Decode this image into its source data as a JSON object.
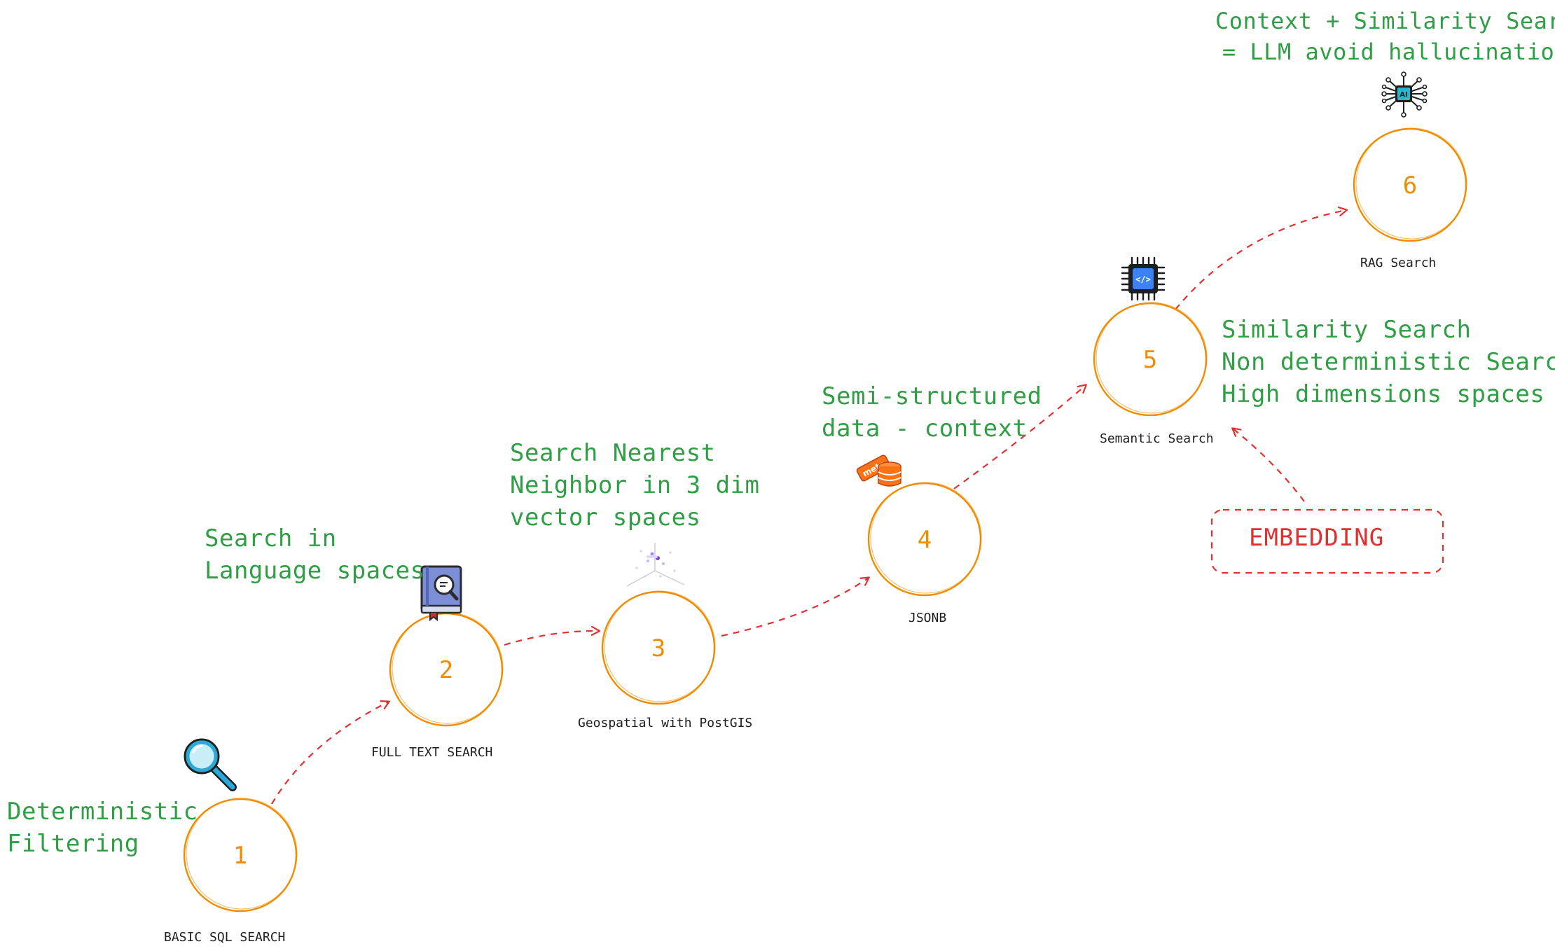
{
  "diagram": {
    "steps": [
      {
        "number": "1",
        "label": "BASIC SQL  SEARCH",
        "icon": "magnifier-icon"
      },
      {
        "number": "2",
        "label": "FULL TEXT SEARCH",
        "icon": "book-search-icon"
      },
      {
        "number": "3",
        "label": "Geospatial with PostGIS",
        "icon": "vector-space-icon"
      },
      {
        "number": "4",
        "label": "JSONB",
        "icon": "meta-database-icon"
      },
      {
        "number": "5",
        "label": "Semantic Search",
        "icon": "chip-icon"
      },
      {
        "number": "6",
        "label": "RAG Search",
        "icon": "ai-network-icon"
      }
    ],
    "notes": {
      "n1": [
        "Deterministic",
        "Filtering"
      ],
      "n2": [
        "Search in",
        "Language spaces"
      ],
      "n3": [
        "Search Nearest",
        "Neighbor in 3 dim",
        "vector spaces"
      ],
      "n4": [
        "Semi-structured",
        "data - context"
      ],
      "n5": [
        "Similarity Search",
        "Non deterministic Search",
        "High dimensions spaces"
      ],
      "n6": [
        "Context + Similarity Search",
        "= LLM avoid hallucinations"
      ]
    },
    "embedding_label": "EMBEDDING",
    "meta_tag_text": "meta",
    "ai_chip_text": "AI",
    "code_chip_text": "</>",
    "colors": {
      "node_stroke": "#f08c00",
      "note_text": "#2f9e44",
      "arrow": "#e03131",
      "label_text": "#1e1e1e"
    }
  }
}
